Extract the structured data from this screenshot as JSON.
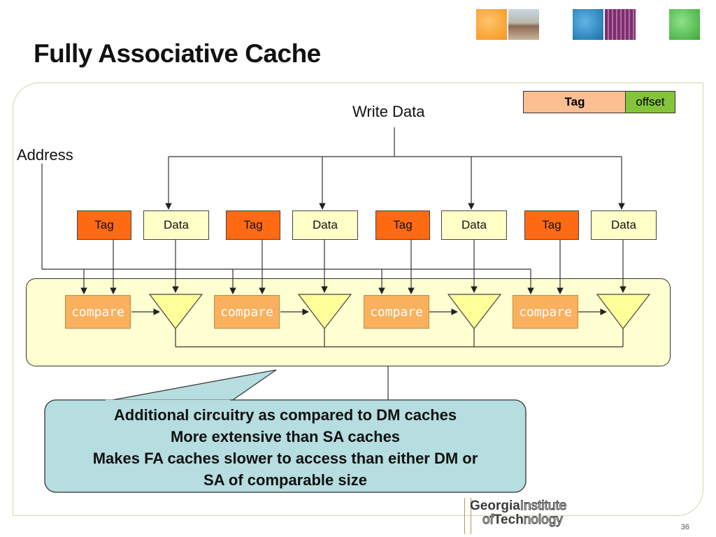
{
  "slide": {
    "title": "Fully Associative Cache",
    "page_number": "36"
  },
  "address_format": {
    "tag": "Tag",
    "offset": "offset",
    "tag_color": "#fcbf91",
    "offset_color": "#84c43a"
  },
  "labels": {
    "write_data": "Write Data",
    "address": "Address"
  },
  "entries": [
    {
      "tag": "Tag",
      "data": "Data",
      "compare": "compare"
    },
    {
      "tag": "Tag",
      "data": "Data",
      "compare": "compare"
    },
    {
      "tag": "Tag",
      "data": "Data",
      "compare": "compare"
    },
    {
      "tag": "Tag",
      "data": "Data",
      "compare": "compare"
    }
  ],
  "callout": {
    "line1": "Additional circuitry as compared to DM caches",
    "line2": "More extensive than SA caches",
    "line3": "Makes FA caches slower to access than either DM or",
    "line4": "SA of comparable size"
  },
  "logo": {
    "line1_bold": "Georgia",
    "line1_outline": "Institute",
    "line2_outline_prefix": "of",
    "line2_bold": "Tech",
    "line2_outline_suffix": "nology"
  },
  "colors": {
    "tag_box": "#ff6a13",
    "data_box": "#ffffc8",
    "compare_box": "#f9b15e",
    "mux": "#ffff99",
    "band": "#ffffd2",
    "callout": "#b6dde0"
  },
  "header_icons": [
    "orange-tile-icon",
    "campus-photo-icon",
    "blue-tile-icon",
    "circuit-photo-icon",
    "green-tile-icon"
  ]
}
